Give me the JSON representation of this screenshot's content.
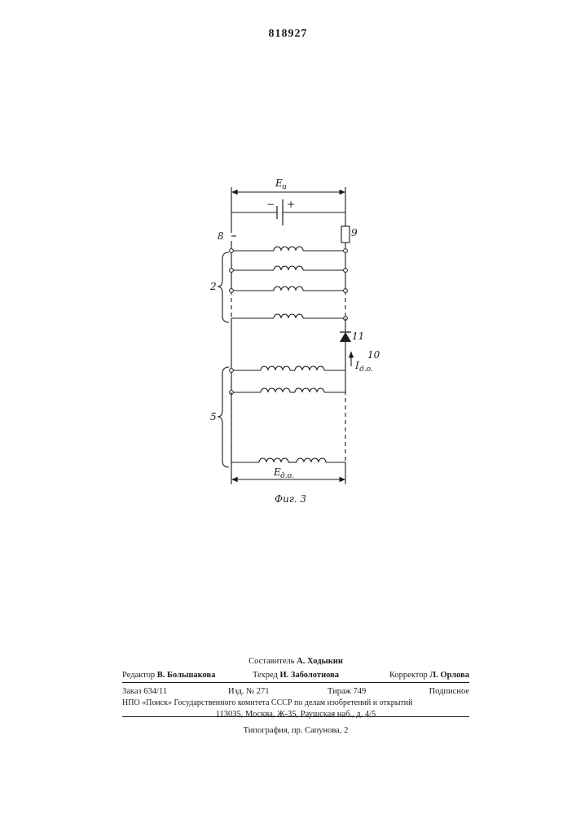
{
  "header": {
    "patent_number": "818927"
  },
  "figure": {
    "caption": "Фиг. 3",
    "voltage_top": {
      "symbol": "E",
      "subscript": "u"
    },
    "voltage_bottom": {
      "symbol": "E",
      "subscript": "д.о."
    },
    "battery": {
      "minus": "−",
      "plus": "+"
    },
    "current": {
      "symbol": "I",
      "subscript": "д.о."
    },
    "labels": {
      "switch": "8",
      "group_top": "2",
      "resistor": "9",
      "diode": "11",
      "current_ref": "10",
      "group_bottom": "5"
    }
  },
  "imprint": {
    "compiler_label": "Составитель",
    "compiler": "А. Ходыкин",
    "editor_label": "Редактор",
    "editor": "В. Большакова",
    "techred_label": "Техред",
    "techred": "И. Заболотнова",
    "corrector_label": "Корректор",
    "corrector": "Л. Орлова",
    "order": "Заказ 634/11",
    "edition": "Изд. № 271",
    "circulation": "Тираж 749",
    "subscription": "Подписное",
    "org_line": "НПО «Поиск» Государственного комитета СССР по делам изобретений и открытий",
    "address": "113035, Москва, Ж-35, Раушская наб., д. 4/5",
    "printer": "Типография, пр. Сапунова, 2"
  }
}
